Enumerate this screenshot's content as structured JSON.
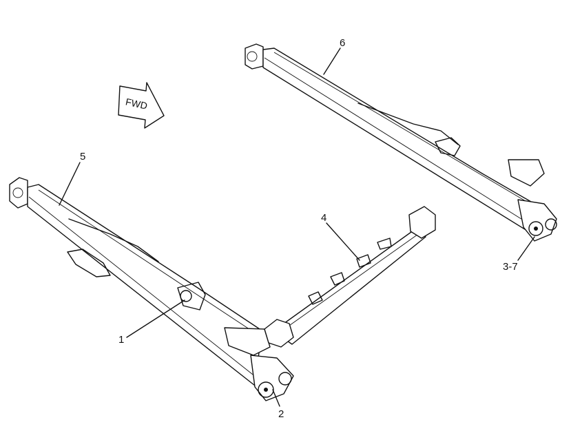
{
  "direction_indicator": {
    "label": "FWD"
  },
  "callouts": [
    {
      "id": "c1",
      "label": "1"
    },
    {
      "id": "c2",
      "label": "2"
    },
    {
      "id": "c3",
      "label": "3-7"
    },
    {
      "id": "c4",
      "label": "4"
    },
    {
      "id": "c5",
      "label": "5"
    },
    {
      "id": "c6",
      "label": "6"
    }
  ]
}
